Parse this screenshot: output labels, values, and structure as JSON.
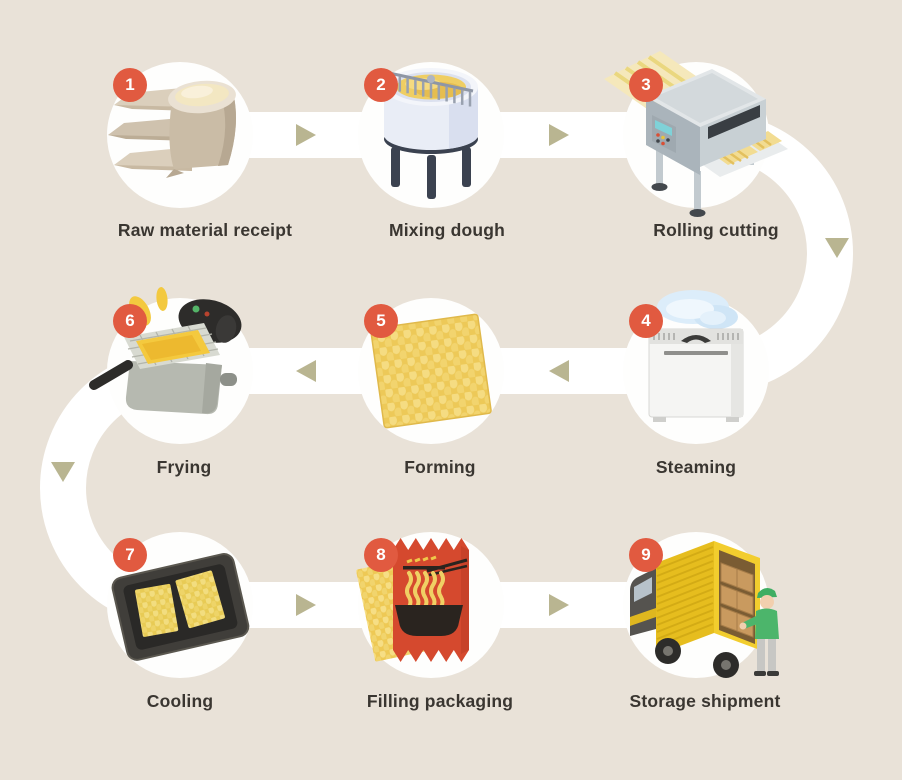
{
  "colors": {
    "background": "#e9e2d8",
    "flow_path": "#ffffff",
    "badge": "#e15a40",
    "arrow": "#b9b591",
    "label_text": "#3a3631"
  },
  "steps": [
    {
      "number": "1",
      "label": "Raw material receipt",
      "icon": "flour-sacks-icon"
    },
    {
      "number": "2",
      "label": "Mixing dough",
      "icon": "dough-mixer-icon"
    },
    {
      "number": "3",
      "label": "Rolling cutting",
      "icon": "rolling-cutting-machine-icon"
    },
    {
      "number": "4",
      "label": "Steaming",
      "icon": "steamer-icon"
    },
    {
      "number": "5",
      "label": "Forming",
      "icon": "noodle-block-icon"
    },
    {
      "number": "6",
      "label": "Frying",
      "icon": "deep-fryer-icon"
    },
    {
      "number": "7",
      "label": "Cooling",
      "icon": "cooling-tray-icon"
    },
    {
      "number": "8",
      "label": "Filling packaging",
      "icon": "noodle-packet-icon"
    },
    {
      "number": "9",
      "label": "Storage shipment",
      "icon": "delivery-truck-icon"
    }
  ],
  "arrows": [
    {
      "between": "1-2",
      "direction": "right"
    },
    {
      "between": "2-3",
      "direction": "right"
    },
    {
      "between": "3-4",
      "direction": "down"
    },
    {
      "between": "4-5",
      "direction": "left"
    },
    {
      "between": "5-6",
      "direction": "left"
    },
    {
      "between": "6-7",
      "direction": "down"
    },
    {
      "between": "7-8",
      "direction": "right"
    },
    {
      "between": "8-9",
      "direction": "right"
    }
  ]
}
